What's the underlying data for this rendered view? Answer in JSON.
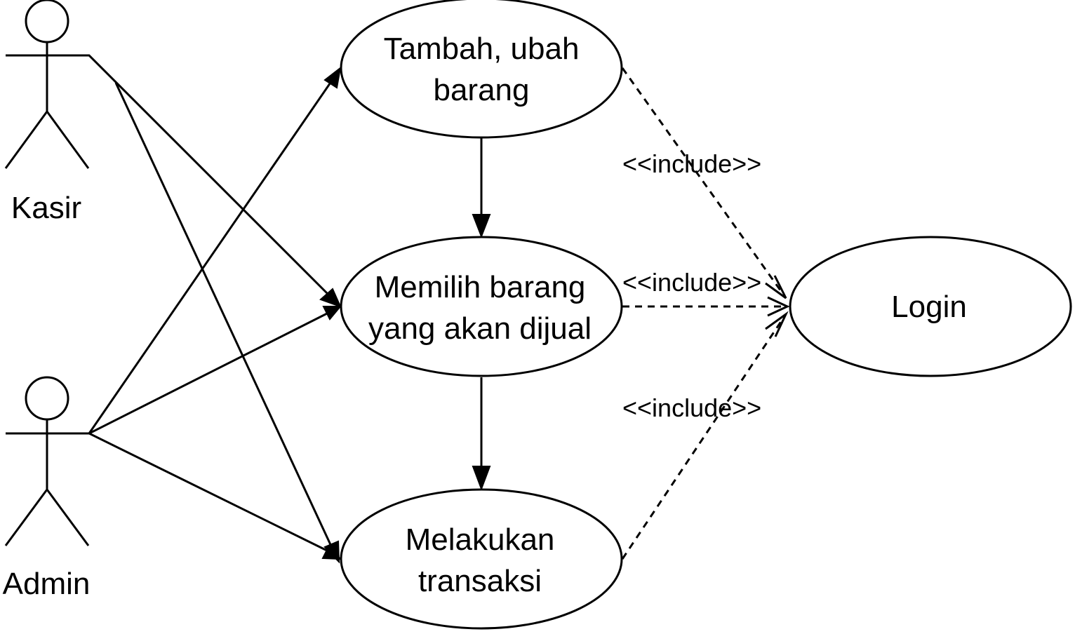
{
  "diagram": {
    "type": "uml-use-case",
    "actors": [
      {
        "id": "kasir",
        "label": "Kasir"
      },
      {
        "id": "admin",
        "label": "Admin"
      }
    ],
    "use_cases": [
      {
        "id": "tambah",
        "lines": [
          "Tambah, ubah",
          "barang"
        ]
      },
      {
        "id": "memilih",
        "lines": [
          "Memilih barang",
          "yang akan dijual"
        ]
      },
      {
        "id": "melakukan",
        "lines": [
          "Melakukan",
          "transaksi"
        ]
      },
      {
        "id": "login",
        "lines": [
          "Login"
        ]
      }
    ],
    "relations": [
      {
        "from": "kasir",
        "to": "memilih",
        "kind": "association"
      },
      {
        "from": "kasir",
        "to": "melakukan",
        "kind": "association"
      },
      {
        "from": "admin",
        "to": "tambah",
        "kind": "association"
      },
      {
        "from": "admin",
        "to": "memilih",
        "kind": "association"
      },
      {
        "from": "admin",
        "to": "melakukan",
        "kind": "association"
      },
      {
        "from": "tambah",
        "to": "memilih",
        "kind": "flow"
      },
      {
        "from": "memilih",
        "to": "melakukan",
        "kind": "flow"
      },
      {
        "from": "tambah",
        "to": "login",
        "kind": "include",
        "label": "<<include>>"
      },
      {
        "from": "memilih",
        "to": "login",
        "kind": "include",
        "label": "<<include>>"
      },
      {
        "from": "melakukan",
        "to": "login",
        "kind": "include",
        "label": "<<include>>"
      }
    ]
  }
}
